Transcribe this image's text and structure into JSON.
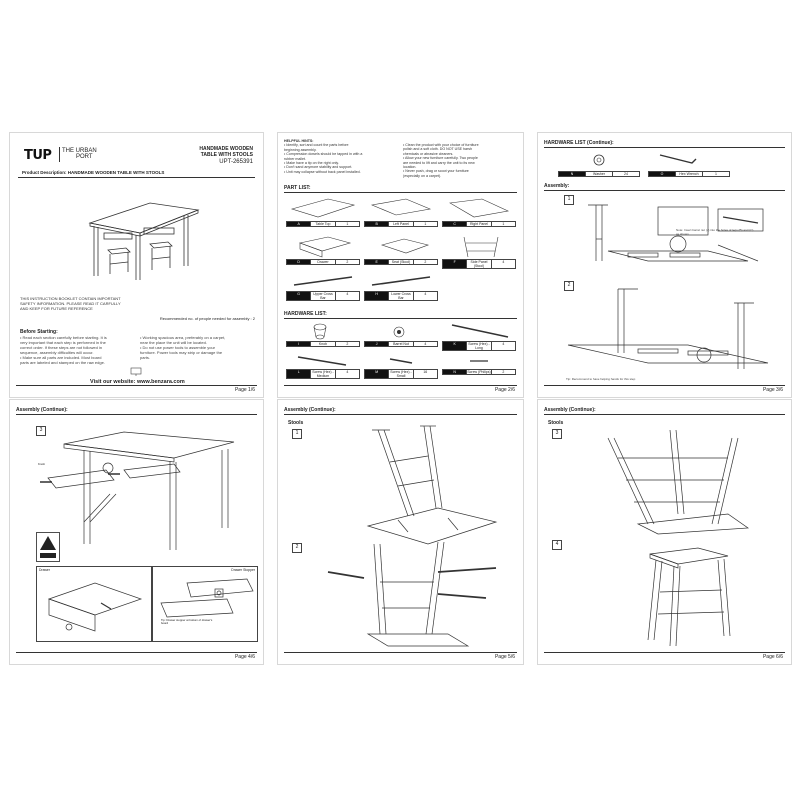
{
  "page1": {
    "logo": "TUP",
    "brand_line1": "THE URBAN",
    "brand_line2": "PORT",
    "title_line1": "HANDMADE WOODEN",
    "title_line2": "TABLE WITH STOOLS",
    "sku": "UPT-265391",
    "description": "Product Description: HANDMADE WOODEN TABLE WITH STOOLS",
    "warning_line1": "THIS INSTRUCTION BOOKLET CONTAIN IMPORTANT",
    "warning_line2": "SAFETY INFORMATION. PLEASE READ IT CARFULLY",
    "warning_line3": "AND KEEP FOR FUTURE REFERENCE",
    "recommended": "Recommended no. of people needed for assembly : 2",
    "before_heading": "Before Starting:",
    "before_left_1": "• Read each section carefully before starting. It is",
    "before_left_2": "very important that each step is performed in the",
    "before_left_3": "correct order. If these steps are not followed in",
    "before_left_4": "sequence, assembly difficulties will occur.",
    "before_left_5": "• Make sure all parts are included. Most board",
    "before_left_6": "parts are labeled and stamped on the raw edge.",
    "before_right_1": "• Working spacious area, preferably on a carpet,",
    "before_right_2": "near the place the unit will be located.",
    "before_right_3": "• Do not use power tools to assemble your",
    "before_right_4": "furniture. Power tools may strip or damage the",
    "before_right_5": "parts.",
    "website": "Visit our website: www.benzara.com",
    "page_no": "Page 1/6"
  },
  "page2": {
    "helpful_heading": "HELPFUL HINTS:",
    "hint_l1": "• Identify, sort and count the parts before",
    "hint_l2": "beginning assembly.",
    "hint_l3": "• Compression dowels should be tapped in with a",
    "hint_l4": "rubber mallet.",
    "hint_l5": "• Make have a tip on the right only.",
    "hint_l6": "• Don't sand anymore stability and support.",
    "hint_l7": "• Unit may collapse without back panel installed.",
    "hint_r1": "• Clean the product with your choice of furniture",
    "hint_r2": "polish and a soft cloth. DO NOT USE harsh",
    "hint_r3": "chemicals or abrasive cleaners.",
    "hint_r4": "• Allow your new furniture carefully. Two people",
    "hint_r5": "are needed to lift and carry the unit to its new",
    "hint_r6": "location.",
    "hint_r7": "• Never push, drag or scoot your furniture",
    "hint_r8": "(especially on a carpet).",
    "parts_heading": "PART LIST:",
    "parts": [
      {
        "code": "A",
        "name": "Table Top",
        "qty": "1"
      },
      {
        "code": "B",
        "name": "Left Panel",
        "qty": "1"
      },
      {
        "code": "C",
        "name": "Right Panel",
        "qty": "1"
      },
      {
        "code": "D",
        "name": "Drawer",
        "qty": "2"
      },
      {
        "code": "E",
        "name": "Seat (Stool)",
        "qty": "2"
      },
      {
        "code": "F",
        "name": "Side Panel (Stool)",
        "qty": "4"
      },
      {
        "code": "G",
        "name": "Upper Cross Bar",
        "qty": "4"
      },
      {
        "code": "H",
        "name": "Lower Cross Bar",
        "qty": "4"
      }
    ],
    "hardware_heading": "HARDWARE LIST:",
    "hardware": [
      {
        "code": "I",
        "name": "Knob",
        "qty": "2"
      },
      {
        "code": "J",
        "name": "Barrel Nut",
        "qty": "4"
      },
      {
        "code": "K",
        "name": "Screw (Hex) - Long",
        "qty": "4"
      },
      {
        "code": "L",
        "name": "Screw (Hex) - Medium",
        "qty": "4"
      },
      {
        "code": "M",
        "name": "Screw (Hex) - Small",
        "qty": "16"
      },
      {
        "code": "N",
        "name": "Screw (Philips)",
        "qty": "2"
      }
    ],
    "page_no": "Page 2/6"
  },
  "page3": {
    "heading": "HARDWARE LIST (Continue):",
    "hardware": [
      {
        "code": "N",
        "name": "Washer",
        "qty": "24"
      },
      {
        "code": "O",
        "name": "Hex Wrench",
        "qty": "1"
      }
    ],
    "assembly_heading": "Assembly:",
    "step1": "1",
    "step2": "2",
    "note": "Note: Insert barrel nut (J) into the holes of legs (B) and (C) as shown",
    "tip": "Tip: Recommend to have helping hands for this step",
    "page_no": "Page 3/6"
  },
  "page4": {
    "heading": "Assembly (Continue):",
    "step3": "3",
    "knob_label": "Knob",
    "inset_left": "Drawer",
    "inset_right": "Drawer Stopper",
    "stopper_note": "Tip: Drawer stopper at bottom of drawer's board",
    "page_no": "Page 4/6"
  },
  "page5": {
    "heading": "Assembly (Continue):",
    "sub": "Stools",
    "step1": "1",
    "step2": "2",
    "page_no": "Page 5/6"
  },
  "page6": {
    "heading": "Assembly (Continue):",
    "sub": "Stools",
    "step3": "3",
    "step4": "4",
    "page_no": "Page 6/6"
  },
  "colors": {
    "ink": "#222222",
    "label_bg": "#111111",
    "page_bg": "#ffffff"
  }
}
